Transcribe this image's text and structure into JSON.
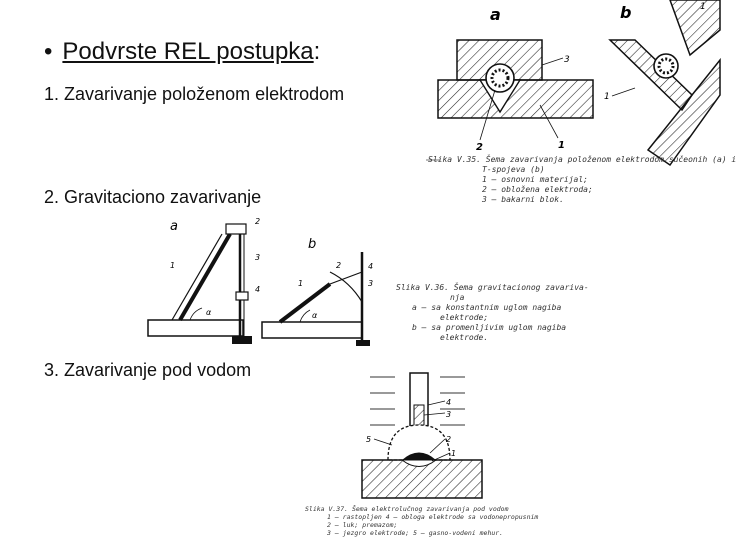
{
  "title": {
    "bullet": "•",
    "link_text": "Podvrste REL postupka",
    "suffix": ":"
  },
  "items": [
    {
      "text": "1. Zavarivanje položenom elektrodom"
    },
    {
      "text": "2. Gravitaciono zavarivanje"
    },
    {
      "text": "3. Zavarivanje pod vodom"
    }
  ],
  "figures": {
    "fig1": {
      "label_a": "a",
      "label_b": "b",
      "num_3": "3",
      "num_2": "2",
      "num_1a": "1",
      "num_1b": "1",
      "num_1c": "1",
      "caption": [
        "Slika V.35. Šema zavarivanja položenom elektrodom sučeonih (a) i",
        "T-spojeva (b)",
        "1 — osnovni materijal;",
        "2 — obložena elektroda;",
        "3 — bakarni blok."
      ]
    },
    "fig2": {
      "label_a": "a",
      "label_b": "b",
      "num_2a": "2",
      "num_3a": "3",
      "num_1a": "1",
      "num_4a": "4",
      "alpha_a": "α",
      "num_2b": "2",
      "num_4b": "4",
      "num_3b": "3",
      "num_1b": "1",
      "alpha_b": "α",
      "caption": [
        "Slika V.36. Šema gravitacionog zavariva-",
        "nja",
        "a — sa konstantnim uglom nagiba",
        "elektrode;",
        "b — sa promenljivim uglom nagiba",
        "elektrode."
      ]
    },
    "fig3": {
      "num_4": "4",
      "num_3": "3",
      "num_5": "5",
      "num_2": "2",
      "num_1": "1",
      "caption": [
        "Slika V.37. Šema elektrolučnog zavarivanja pod vodom",
        "1 — rastopljen          4 — obloga elektrode sa vodonepropusnim",
        "2 — luk;                    premazom;",
        "3 — jezgro elektrode;   5 — gasno-vodeni mehur."
      ]
    }
  }
}
